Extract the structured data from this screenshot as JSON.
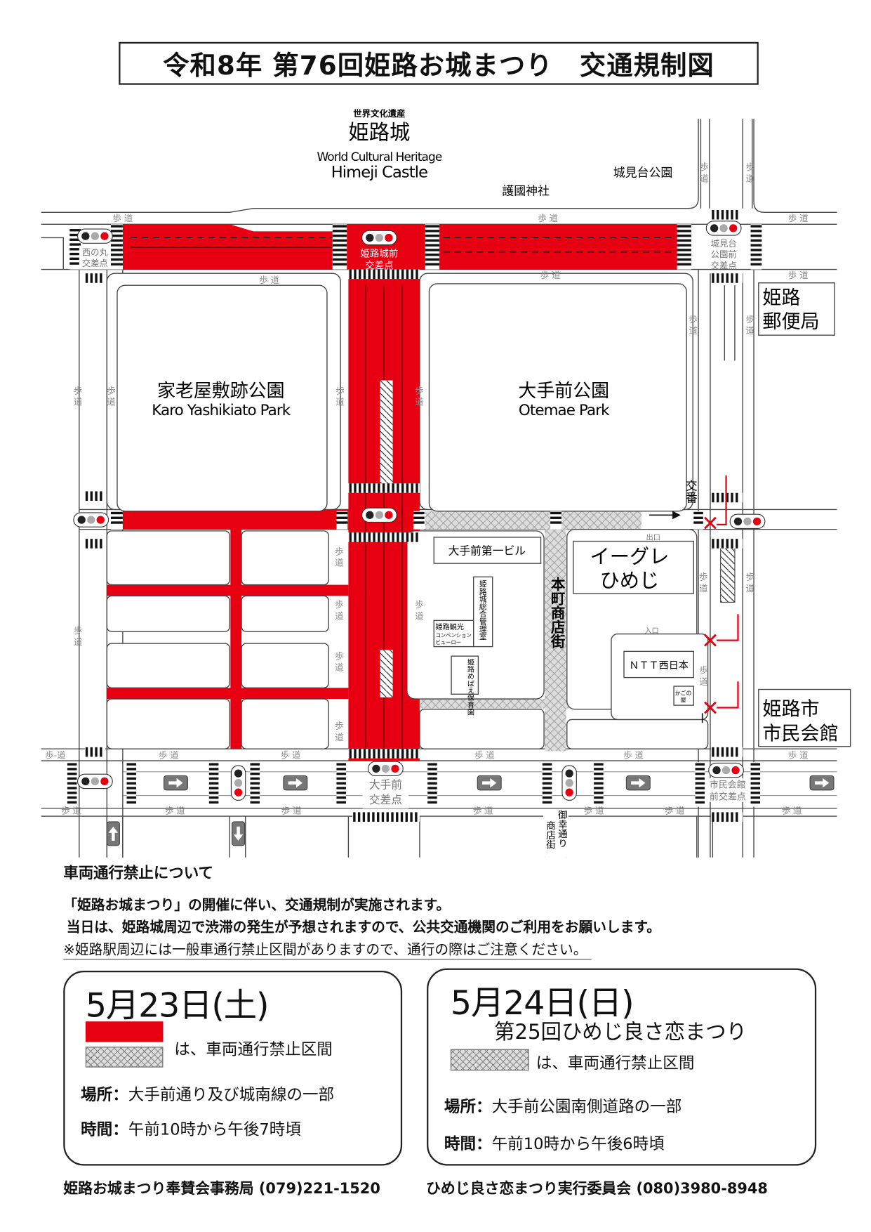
{
  "title": "令和8年 第76回姫路お城まつり　交通規制図",
  "colors": {
    "closed_red": "#e60012",
    "hatch_gray": "#dddddd",
    "sidewalk_text": "#8a8a8a",
    "signal_red": "#e60012",
    "signal_gray": "#aaaaaa",
    "signal_black": "#222222"
  },
  "map": {
    "castle": {
      "heritage": "世界文化遺産",
      "name": "姫路城",
      "en_heritage": "World Cultural Heritage",
      "en_name": "Himeji Castle"
    },
    "gokoku_shrine": "護國神社",
    "shiromidai_park": "城見台公園",
    "sidewalk": "歩 道",
    "sidewalk_short": "歩-道",
    "karo_park": {
      "jp": "家老屋敷跡公園",
      "en": "Karo Yashikiato Park"
    },
    "otemae_park": {
      "jp": "大手前公園",
      "en": "Otemae Park"
    },
    "intersections": {
      "nishinomaru": [
        "西の丸",
        "交差点"
      ],
      "himejijomae": [
        "姫路城前",
        "交差点"
      ],
      "shiromidai": [
        "城見台",
        "公園前",
        "交差点"
      ],
      "otemae": [
        "大手前",
        "交差点"
      ],
      "shiminkaikan": [
        "市民会館",
        "前交差点"
      ]
    },
    "buildings": {
      "post_office": [
        "姫路",
        "郵便局"
      ],
      "civic_hall": [
        "姫路市",
        "市民会館"
      ],
      "otemae_daiichi": "大手前第一ビル",
      "castle_office": "姫路城総合管理室",
      "convention": [
        "姫路観光",
        "コンベンション",
        "ビューロー"
      ],
      "nursery": "姫路めばえ保育園",
      "egret": [
        "イーグレ",
        "ひめじ"
      ],
      "ntt": "ＮＴＴ西日本",
      "kagonoya": [
        "かごの",
        "屋"
      ],
      "koban": "交番"
    },
    "exit": "出口",
    "entrance": "入口",
    "honmachi": "本町商店街",
    "miyuki": [
      "御幸通り",
      "商店街"
    ]
  },
  "notice": {
    "heading": "車両通行禁止について",
    "line1": "「姫路お城まつり」の開催に伴い、交通規制が実施されます。",
    "line2": "当日は、姫路城周辺で渋滞の発生が予想されますので、公共交通機関のご利用をお願いします。",
    "line3": "※姫路駅周辺には一般車通行禁止区間がありますので、通行の際はご注意ください。"
  },
  "legend_day1": {
    "date": "5月23日(土)",
    "closed_label": "は、車両通行禁止区間",
    "place_label": "場所：",
    "place": "大手前通り及び城南線の一部",
    "time_label": "時間：",
    "time": "午前10時から午後7時頃"
  },
  "legend_day2": {
    "date": "5月24日(日)",
    "event": "第25回ひめじ良さ恋まつり",
    "closed_label": "は、車両通行禁止区間",
    "place_label": "場所：",
    "place": "大手前公園南側道路の一部",
    "time_label": "時間：",
    "time": "午前10時から午後6時頃"
  },
  "contacts": [
    {
      "name": "姫路お城まつり奉賛会事務局",
      "phone": "(079)221-1520"
    },
    {
      "name": "ひめじ良さ恋まつり実行委員会",
      "phone": "(080)3980-8948"
    }
  ]
}
